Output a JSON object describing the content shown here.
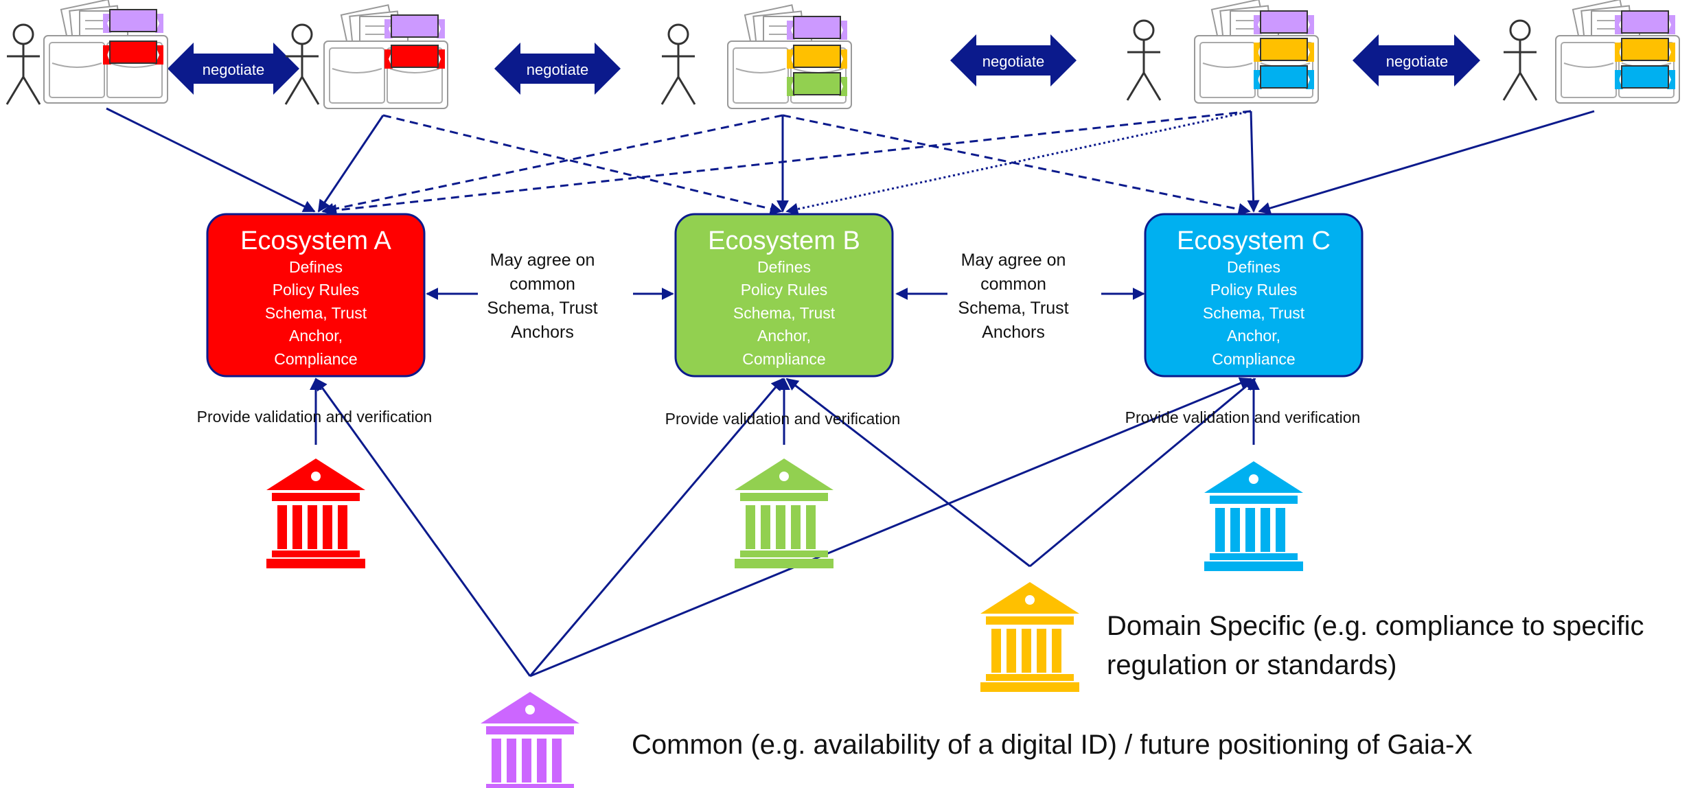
{
  "negotiate_label": "negotiate",
  "ecosystems": [
    {
      "title": "Ecosystem A",
      "lines": [
        "Defines",
        "Policy Rules",
        "Schema, Trust",
        "Anchor,",
        "Compliance"
      ],
      "color": "#ff0000"
    },
    {
      "title": "Ecosystem B",
      "lines": [
        "Defines",
        "Policy Rules",
        "Schema, Trust",
        "Anchor,",
        "Compliance"
      ],
      "color": "#92d050"
    },
    {
      "title": "Ecosystem C",
      "lines": [
        "Defines",
        "Policy Rules",
        "Schema, Trust",
        "Anchor,",
        "Compliance"
      ],
      "color": "#00b0f0"
    }
  ],
  "agreement_text": [
    "May agree on",
    "common",
    "Schema, Trust",
    "Anchors"
  ],
  "validation_text": "Provide validation and verification",
  "legend": {
    "domain_specific": [
      "Domain Specific (e.g. compliance to specific",
      "regulation or standards)"
    ],
    "common": "Common (e.g. availability of a digital ID) / future positioning of Gaia-X"
  },
  "colors": {
    "line": "#0b1a8c",
    "ecosystem_a": "#ff0000",
    "ecosystem_b": "#92d050",
    "ecosystem_c": "#00b0f0",
    "domain_specific": "#ffc000",
    "common": "#cc66ff",
    "ribbon_purple": "#cc99ff",
    "ribbon_red": "#ff0000",
    "ribbon_yellow": "#ffc000",
    "ribbon_green": "#92d050",
    "ribbon_blue": "#00b0f0"
  },
  "icons": {
    "holder": "stick-figure-icon",
    "wallet": "wallet-icon",
    "credential": "ribbon-credential-icon",
    "authority": "institution-building-icon"
  }
}
